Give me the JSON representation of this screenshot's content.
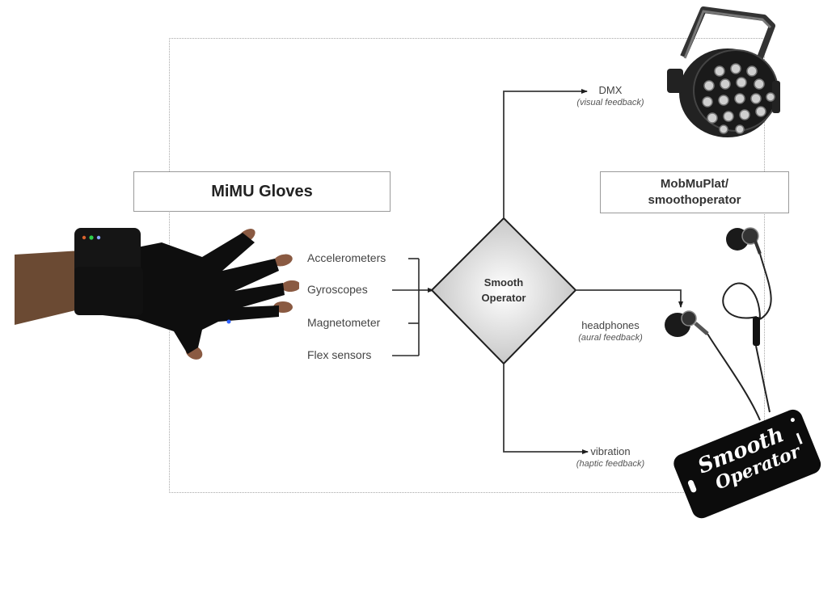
{
  "diagram": {
    "input_device": {
      "title": "MiMU Gloves",
      "image": "glove-with-wrist-module",
      "led_colors": [
        "#d9632e",
        "#2fd14a",
        "#8aa6ff"
      ],
      "sensors": [
        "Accelerometers",
        "Gyroscopes",
        "Magnetometer",
        "Flex sensors"
      ]
    },
    "processor": {
      "label_line1": "Smooth",
      "label_line2": "Operator"
    },
    "platform": {
      "title_line1": "MobMuPlat/",
      "title_line2": "smoothoperator"
    },
    "outputs": [
      {
        "label": "DMX",
        "detail": "(visual feedback)",
        "image": "stage-light-par-can"
      },
      {
        "label": "headphones",
        "detail": "(aural feedback)",
        "image": "earphones"
      },
      {
        "label": "vibration",
        "detail": "(haptic feedback)",
        "image": "smartphone-smooth-operator"
      }
    ],
    "phone_logo_text": {
      "line1": "Smooth",
      "line2": "Operator"
    },
    "colors": {
      "diamond_fill_center": "#ffffff",
      "diamond_fill_edge": "#bdbdbd",
      "line": "#1e1e1e",
      "frame": "#a8a8a8"
    }
  }
}
